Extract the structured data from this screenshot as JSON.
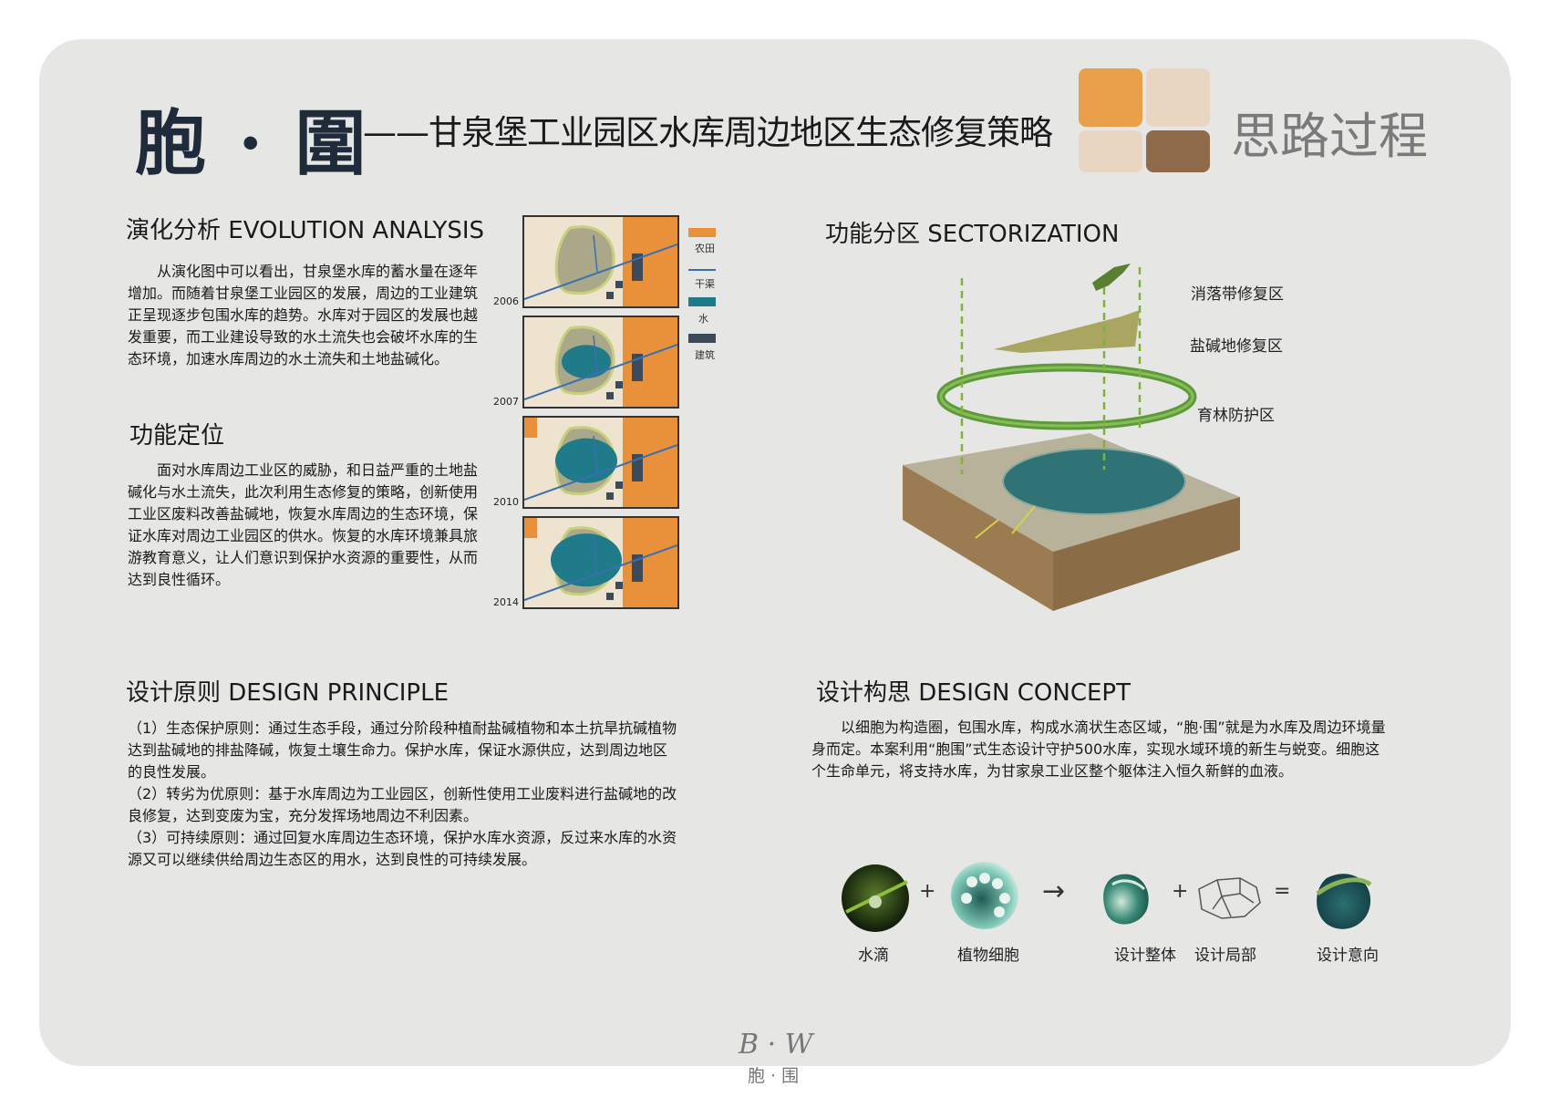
{
  "header": {
    "calligraphy_title": "胞 · 圍",
    "main_title": "——甘泉堡工业园区水库周边地区生态修复策略",
    "section_tag": "思路过程",
    "palette": [
      "#e9a049",
      "#e8d5c2",
      "#e8d5c2",
      "#8f6a4b"
    ]
  },
  "evolution": {
    "heading": "演化分析 EVOLUTION ANALYSIS",
    "paragraph": "从演化图中可以看出，甘泉堡水库的蓄水量在逐年增加。而随着甘泉堡工业园区的发展，周边的工业建筑正呈现逐步包围水库的趋势。水库对于园区的发展也越发重要，而工业建设导致的水土流失也会破坏水库的生态环境，加速水库周边的水土流失和土地盐碱化。",
    "maps": [
      {
        "year": "2006"
      },
      {
        "year": "2007"
      },
      {
        "year": "2010"
      },
      {
        "year": "2014"
      }
    ],
    "legend": [
      {
        "label": "农田",
        "color": "#e9913a"
      },
      {
        "label": "干渠",
        "color": "#3a6fb0"
      },
      {
        "label": "水",
        "color": "#1f7a8a"
      },
      {
        "label": "建筑",
        "color": "#3c4a5a"
      }
    ]
  },
  "function_position": {
    "heading": "功能定位",
    "paragraph": "面对水库周边工业区的威胁，和日益严重的土地盐碱化与水土流失，此次利用生态修复的策略，创新使用工业区废料改善盐碱地，恢复水库周边的生态环境，保证水库对周边工业园区的供水。恢复的水库环境兼具旅游教育意义，让人们意识到保护水资源的重要性，从而达到良性循环。"
  },
  "sectorization": {
    "heading": "功能分区 SECTORIZATION",
    "zones": [
      {
        "label": "消落带修复区"
      },
      {
        "label": "盐碱地修复区"
      },
      {
        "label": "育林防护区"
      }
    ]
  },
  "design_principle": {
    "heading": "设计原则 DESIGN PRINCIPLE",
    "items": [
      "（1）生态保护原则：通过生态手段，通过分阶段种植耐盐碱植物和本土抗旱抗碱植物达到盐碱地的排盐降碱，恢复土壤生命力。保护水库，保证水源供应，达到周边地区的良性发展。",
      "（2）转劣为优原则：基于水库周边为工业园区，创新性使用工业废料进行盐碱地的改良修复，达到变废为宝，充分发挥场地周边不利因素。",
      "（3）可持续原则：通过回复水库周边生态环境，保护水库水资源，反过来水库的水资源又可以继续供给周边生态区的用水，达到良性的可持续发展。"
    ]
  },
  "design_concept": {
    "heading": "设计构思 DESIGN CONCEPT",
    "paragraph": "以细胞为构造圈，包围水库，构成水滴状生态区域，“胞·围”就是为水库及周边环境量身而定。本案利用“胞围”式生态设计守护500水库，实现水域环境的新生与蜕变。细胞这个生命单元，将支持水库，为甘家泉工业区整个躯体注入恒久新鲜的血液。",
    "steps": [
      {
        "label": "水滴"
      },
      {
        "label": "植物细胞"
      },
      {
        "label": "设计整体"
      },
      {
        "label": "设计局部"
      },
      {
        "label": "设计意向"
      }
    ],
    "operators": [
      "+",
      "→",
      "+",
      "="
    ]
  },
  "footer": {
    "monogram": "B · W",
    "caption": "胞 · 围"
  }
}
